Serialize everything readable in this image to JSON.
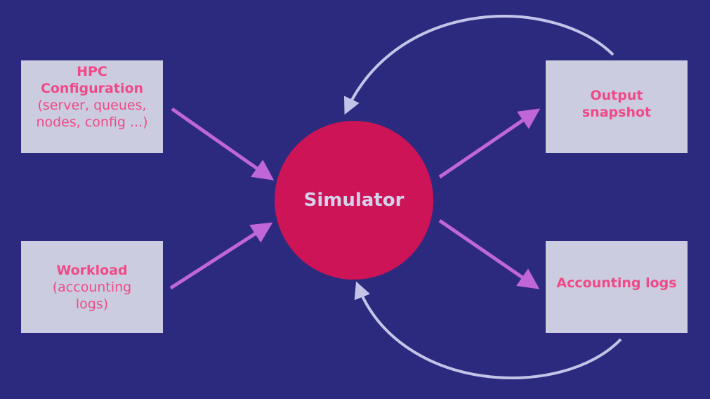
{
  "inputs": {
    "hpc": {
      "title_line1": "HPC",
      "title_line2": "Configuration",
      "sub_line1": "(server, queues,",
      "sub_line2": "nodes, config ...)"
    },
    "workload": {
      "title": "Workload",
      "sub_line1": "(accounting",
      "sub_line2": "logs)"
    }
  },
  "center": {
    "label": "Simulator"
  },
  "outputs": {
    "snapshot": {
      "line1": "Output",
      "line2": "snapshot"
    },
    "accounting": {
      "label": "Accounting logs"
    }
  },
  "colors": {
    "background": "#2c2a7f",
    "box": "#cccce0",
    "text": "#ef4a87",
    "circle": "#cc1456",
    "arrow": "#c066d8",
    "feedback": "#c4c4e8"
  }
}
